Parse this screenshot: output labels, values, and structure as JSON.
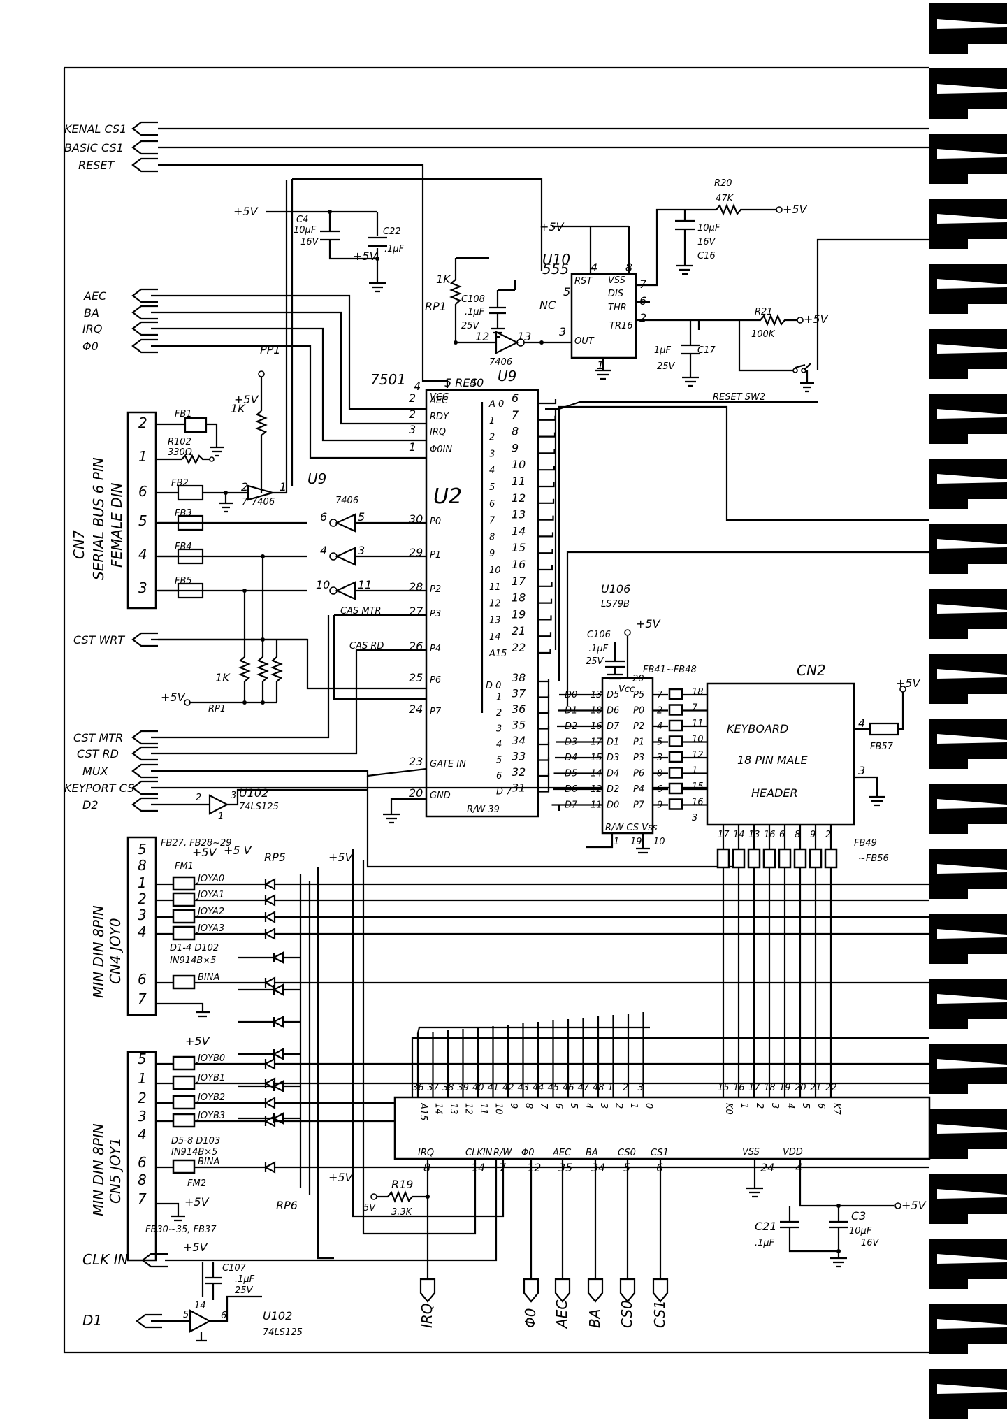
{
  "left_connectors": [
    "KENAL CS1",
    "BASIC CS1",
    "RESET",
    "AEC",
    "BA",
    "IRQ",
    "Φ0",
    "CST WRT",
    "CST MTR",
    "CST RD",
    "MUX",
    "KEYPORT CS",
    "D2",
    "CLK IN",
    "D1"
  ],
  "bottom_connectors": [
    "IRQ",
    "Φ0",
    "AEC",
    "BA",
    "CS0",
    "CS1"
  ],
  "power": {
    "vcc": "+5V",
    "vcc_alt": "+5 V",
    "vcc_split": "5V",
    "ground": "GND"
  },
  "u2": {
    "part": "7501",
    "ref": "U2",
    "left_pins": [
      {
        "num": "4",
        "name": "VCC"
      },
      {
        "num": "2",
        "name": "AEC"
      },
      {
        "num": "2",
        "name": "RDY"
      },
      {
        "num": "3",
        "name": "IRQ"
      },
      {
        "num": "1",
        "name": "Φ0IN"
      },
      {
        "num": "30",
        "name": "P0"
      },
      {
        "num": "29",
        "name": "P1"
      },
      {
        "num": "28",
        "name": "P2"
      },
      {
        "num": "27",
        "name": "P3"
      },
      {
        "num": "26",
        "name": "P4"
      },
      {
        "num": "25",
        "name": "P6"
      },
      {
        "num": "24",
        "name": "P7"
      },
      {
        "num": "23",
        "name": "GATE IN"
      },
      {
        "num": "20",
        "name": "GND"
      }
    ],
    "top_pins": [
      "5 RES",
      "40"
    ],
    "addr_pins": [
      {
        "bit": "A 0",
        "num": "6"
      },
      {
        "bit": "1",
        "num": "7"
      },
      {
        "bit": "2",
        "num": "8"
      },
      {
        "bit": "3",
        "num": "9"
      },
      {
        "bit": "4",
        "num": "10"
      },
      {
        "bit": "5",
        "num": "11"
      },
      {
        "bit": "6",
        "num": "12"
      },
      {
        "bit": "7",
        "num": "13"
      },
      {
        "bit": "8",
        "num": "14"
      },
      {
        "bit": "9",
        "num": "15"
      },
      {
        "bit": "10",
        "num": "16"
      },
      {
        "bit": "11",
        "num": "17"
      },
      {
        "bit": "12",
        "num": "18"
      },
      {
        "bit": "13",
        "num": "19"
      },
      {
        "bit": "14",
        "num": "21"
      },
      {
        "bit": "A15",
        "num": "22"
      }
    ],
    "data_pins": [
      {
        "bit": "D 0",
        "num": "38"
      },
      {
        "bit": "1",
        "num": "37"
      },
      {
        "bit": "2",
        "num": "36"
      },
      {
        "bit": "3",
        "num": "35"
      },
      {
        "bit": "4",
        "num": "34"
      },
      {
        "bit": "5",
        "num": "33"
      },
      {
        "bit": "6",
        "num": "32"
      },
      {
        "bit": "D 7",
        "num": "31"
      }
    ],
    "bottom_pin": "R/W 39",
    "cas_mtr": "CAS MTR",
    "cas_rd": "CAS RD"
  },
  "u10": {
    "ref": "U10",
    "part": "555",
    "vcc_pin": "4",
    "vcc_pin2": "8",
    "pins": [
      "VSS",
      "DIS",
      "THR",
      "TR16",
      "RST",
      "OUT"
    ],
    "nc": "NC",
    "pin5": "5",
    "pin3": "3",
    "pin7": "7",
    "pin6": "6",
    "pin2": "2",
    "pin1": "1",
    "gnd_pin": "1"
  },
  "u9": {
    "ref": "U9",
    "part": "7406",
    "part2": "7406",
    "ref2": "U9",
    "pins": [
      "12",
      "13",
      "6",
      "5",
      "4",
      "3",
      "10",
      "11",
      "2",
      "1",
      "7"
    ]
  },
  "u106": {
    "ref": "U106",
    "part": "LS79B",
    "vcc_pin": "20",
    "pins_left": [
      "13",
      "18",
      "16",
      "17",
      "15",
      "14",
      "12",
      "11"
    ],
    "d_labels": [
      "D0",
      "D1",
      "D2",
      "D3",
      "D4",
      "D5",
      "D6",
      "D7"
    ],
    "inner_left": [
      "D5",
      "D6",
      "D7",
      "D1",
      "D3",
      "D4",
      "D2",
      "D0"
    ],
    "inner_right": [
      "P5",
      "P0",
      "P2",
      "P1",
      "P3",
      "P6",
      "P4",
      "P7"
    ],
    "pins_right": [
      "7",
      "2",
      "4",
      "5",
      "3",
      "8",
      "6",
      "9"
    ],
    "bottom": [
      "1",
      "19",
      "10"
    ],
    "bottom_label": "R/W CS Vss",
    "vcc_label": "Vcc"
  },
  "cn2": {
    "ref": "CN2",
    "line1": "KEYBOARD",
    "line2": "18 PIN MALE",
    "line3": "HEADER",
    "left_pins": [
      "18",
      "7",
      "11",
      "10",
      "12",
      "1",
      "15",
      "16",
      "3"
    ],
    "pin4": "4",
    "pin3": "3",
    "bottom_pins": [
      "17",
      "14",
      "13",
      "16",
      "6",
      "8",
      "9",
      "2"
    ],
    "fb_top": "FB41~FB48",
    "fb_bottom_a": "FB49",
    "fb_bottom_b": "~FB56",
    "fb57": "FB57"
  },
  "cn7": {
    "ref": "CN7",
    "title": "SERIAL BUS 6 PIN",
    "sub": "FEMALE DIN",
    "pins": [
      "2",
      "1",
      "6",
      "5",
      "4",
      "3"
    ],
    "ferrites": [
      "FB1",
      "FB2",
      "FB3",
      "FB4",
      "FB5"
    ],
    "r102": "R102",
    "r102_val": "330Ω",
    "pp1": "PP1"
  },
  "cn4": {
    "title": "MIN DIN 8PIN",
    "ref": "CN4 JOY0",
    "pins": [
      "5",
      "8",
      "1",
      "2",
      "3",
      "4",
      "6",
      "7"
    ],
    "signals": [
      "JOYA0",
      "JOYA1",
      "JOYA2",
      "JOYA3",
      "BINA"
    ],
    "fb_note": "FB27, FB28~29",
    "fm": "FM1",
    "diode_note": "D1-4 D102",
    "diode_part": "IN914B×5",
    "rp": "RP5"
  },
  "cn5": {
    "title": "MIN DIN 8PIN",
    "ref": "CN5 JOY1",
    "pins": [
      "5",
      "1",
      "2",
      "3",
      "4",
      "6",
      "8",
      "7"
    ],
    "signals": [
      "JOYB0",
      "JOYB1",
      "JOYB2",
      "JOYB3",
      "BINA"
    ],
    "fm": "FM2",
    "diode_note": "D5-8 D103",
    "diode_part": "IN914B×5",
    "rp": "RP6",
    "fb_note": "FB30~35, FB37"
  },
  "u102": {
    "ref": "U102",
    "part": "74LS125",
    "ref2": "U102",
    "part2": "74LS125",
    "pins_a": [
      "2",
      "3",
      "1"
    ],
    "pins_b": [
      "5",
      "6",
      "14"
    ]
  },
  "bottom_ic": {
    "top_nums": [
      "36",
      "37",
      "38",
      "39",
      "40",
      "41",
      "42",
      "43",
      "44",
      "45",
      "46",
      "47",
      "48",
      "1",
      "2",
      "3"
    ],
    "addr_labels": [
      "A15",
      "14",
      "13",
      "12",
      "11",
      "10",
      "9",
      "8",
      "7",
      "6",
      "5",
      "4",
      "3",
      "2",
      "1",
      "0"
    ],
    "k_nums": [
      "15",
      "16",
      "17",
      "18",
      "19",
      "20",
      "21",
      "22"
    ],
    "k_labels": [
      "K0",
      "1",
      "2",
      "3",
      "4",
      "5",
      "6",
      "K7"
    ],
    "sig_names": [
      "IRQ",
      "CLKIN",
      "R/W",
      "Φ0",
      "AEC",
      "BA",
      "CS0",
      "CS1"
    ],
    "sig_nums": [
      "8",
      "14",
      "7",
      "12",
      "35",
      "34",
      "5",
      "6"
    ],
    "vss": "VSS",
    "vdd": "VDD",
    "vss_num": "24",
    "vdd_num": "4"
  },
  "passives": {
    "c4": "C4",
    "c4_val": "10μF",
    "c4_v": "16V",
    "c22": "C22",
    "c22_val": ".1μF",
    "c108": "C108",
    "c108_val": ".1μF",
    "c108_v": "25V",
    "rp1a": "RP1",
    "rp1a_val": "1K",
    "r20": "R20",
    "r20_val": "47K",
    "c16": "C16",
    "c16_val": "10μF",
    "c16_v": "16V",
    "r21": "R21",
    "r21_val": "100K",
    "c17": "C17",
    "c17_val": "1μF",
    "c17_v": "25V",
    "sw2": "RESET SW2",
    "r_1k": "1K",
    "rp1b": "RP1",
    "c106": "C106",
    "c106_val": ".1μF",
    "c106_v": "25V",
    "r19": "R19",
    "r19_val": "3.3K",
    "c21": "C21",
    "c21_val": ".1μF",
    "c3": "C3",
    "c3_val": "10μF",
    "c3_v": "16V",
    "c107": "C107",
    "c107_val": ".1μF",
    "c107_v": "25V"
  }
}
